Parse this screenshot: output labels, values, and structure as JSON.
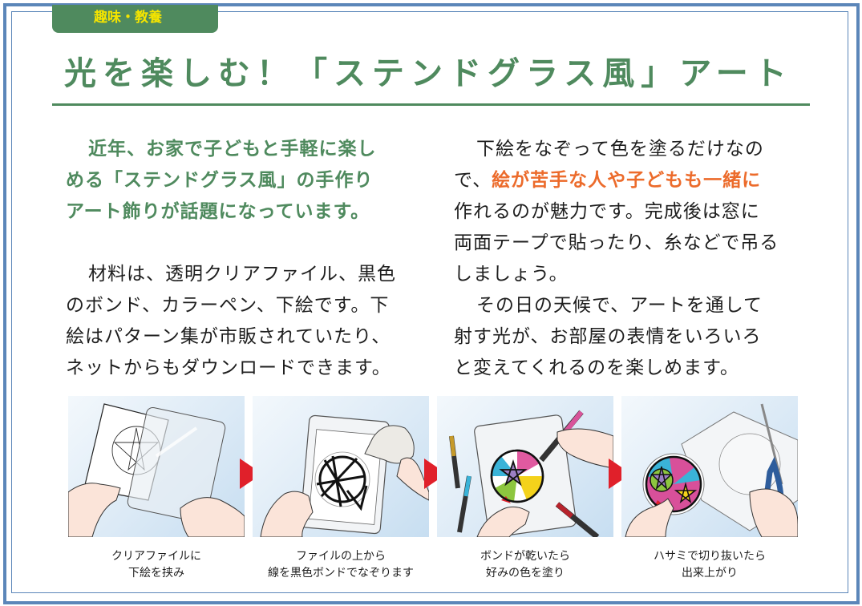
{
  "category_tag": "趣味・教養",
  "title": "光を楽しむ！「ステンドグラス風」アート",
  "colors": {
    "frame_blue": "#5b86b9",
    "brand_green": "#4f8a5e",
    "tag_text_yellow": "#f4e400",
    "highlight_orange": "#ec6b2b",
    "arrow_red": "#e0202a",
    "body_text": "#1e1e1e"
  },
  "left_column": {
    "intro_lines": [
      "近年、お家で子どもと手軽に楽し",
      "める「ステンドグラス風」の手作り",
      "アート飾りが話題になっています。"
    ],
    "materials_lines": [
      "材料は、透明クリアファイル、黒色",
      "のボンド、カラーペン、下絵です。下",
      "絵はパターン集が市販されていたり、",
      "ネットからもダウンロードできます。"
    ]
  },
  "right_column": {
    "line1": "下絵をなぞって色を塗るだけなの",
    "line2_prefix": "で、",
    "line2_highlight": "絵が苦手な人や子どもも一緒に",
    "line3": "作れるのが魅力です。完成後は窓に",
    "line4": "両面テープで貼ったり、糸などで吊る",
    "line5": "しましょう。",
    "line6": "その日の天候で、アートを通して",
    "line7": "射す光が、お部屋の表情をいろいろ",
    "line8": "と変えてくれるのを楽しめます。"
  },
  "steps": [
    {
      "icon": "clear-file-sandwich-illustration",
      "caption_line1": "クリアファイルに",
      "caption_line2": "下絵を挟み"
    },
    {
      "icon": "trace-with-bond-illustration",
      "caption_line1": "ファイルの上から",
      "caption_line2": "線を黒色ボンドでなぞります"
    },
    {
      "icon": "color-with-pens-illustration",
      "caption_line1": "ボンドが乾いたら",
      "caption_line2": "好みの色を塗り"
    },
    {
      "icon": "cut-with-scissors-illustration",
      "caption_line1": "ハサミで切り抜いたら",
      "caption_line2": "出来上がり"
    }
  ],
  "step_arrow_icon": "right-triangle-arrow"
}
